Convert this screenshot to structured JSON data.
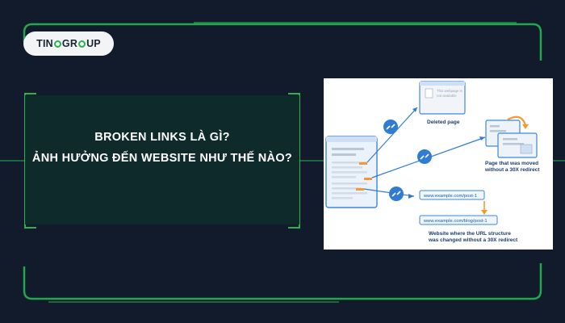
{
  "brand": {
    "name_part1": "TIN",
    "name_part2": "GR",
    "name_part3": "UP"
  },
  "title": {
    "line1": "BROKEN LINKS LÀ GÌ?",
    "line2": "ẢNH HƯỞNG ĐẾN WEBSITE NHƯ THẾ NÀO?"
  },
  "illustration": {
    "not_available_l1": "This webpage is",
    "not_available_l2": "not available",
    "deleted_page": "Deleted page",
    "moved_l1": "Page that was moved",
    "moved_l2": "without a 30X redirect",
    "url_old": "www.example.com/post-1",
    "url_new": "www.example.com/blog/post-1",
    "structure_l1": "Website where the URL structure",
    "structure_l2": "was changed without a 30X redirect"
  },
  "colors": {
    "accent_green": "#2bb24c",
    "frame_green": "#22a84a",
    "background": "#111b2c",
    "title_box": "#0e2a2a"
  }
}
